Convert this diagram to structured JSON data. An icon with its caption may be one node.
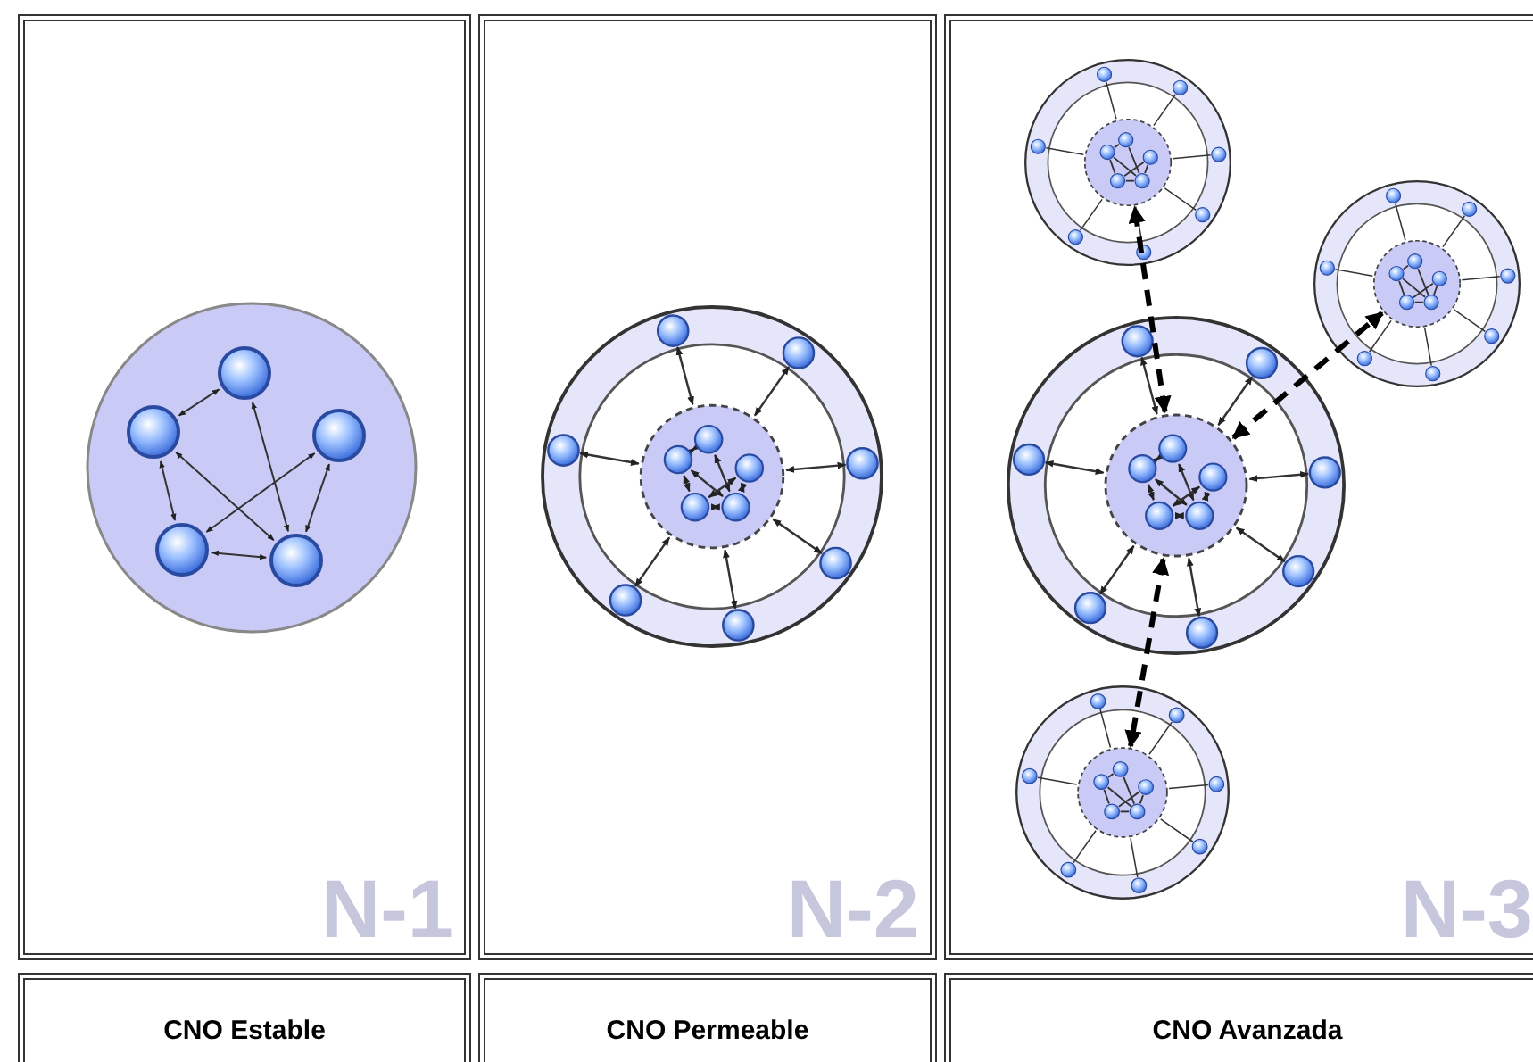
{
  "diagram": {
    "nodes": [
      {
        "text": [
          "N-1"
        ]
      },
      {
        "text": [
          "N-2"
        ]
      },
      {
        "text": [
          "N-3"
        ]
      },
      {
        "text": [],
        "shape": "circle",
        "in": 2
      },
      {
        "text": [],
        "shape": "circle",
        "in": 2
      },
      {
        "text": [],
        "shape": "circle",
        "in": 2
      },
      {
        "text": [],
        "shape": "circle",
        "in": 2
      }
    ],
    "edges": [
      {
        "from": 5,
        "to": 3,
        "arrow": "both",
        "style": "dashed"
      },
      {
        "from": 5,
        "to": 4,
        "arrow": "both",
        "style": "dashed"
      },
      {
        "from": 5,
        "to": 6,
        "arrow": "both",
        "style": "dashed"
      }
    ],
    "labels": [
      "CNO Estable",
      "CNO Permeable",
      "CNO Avanzada"
    ]
  }
}
